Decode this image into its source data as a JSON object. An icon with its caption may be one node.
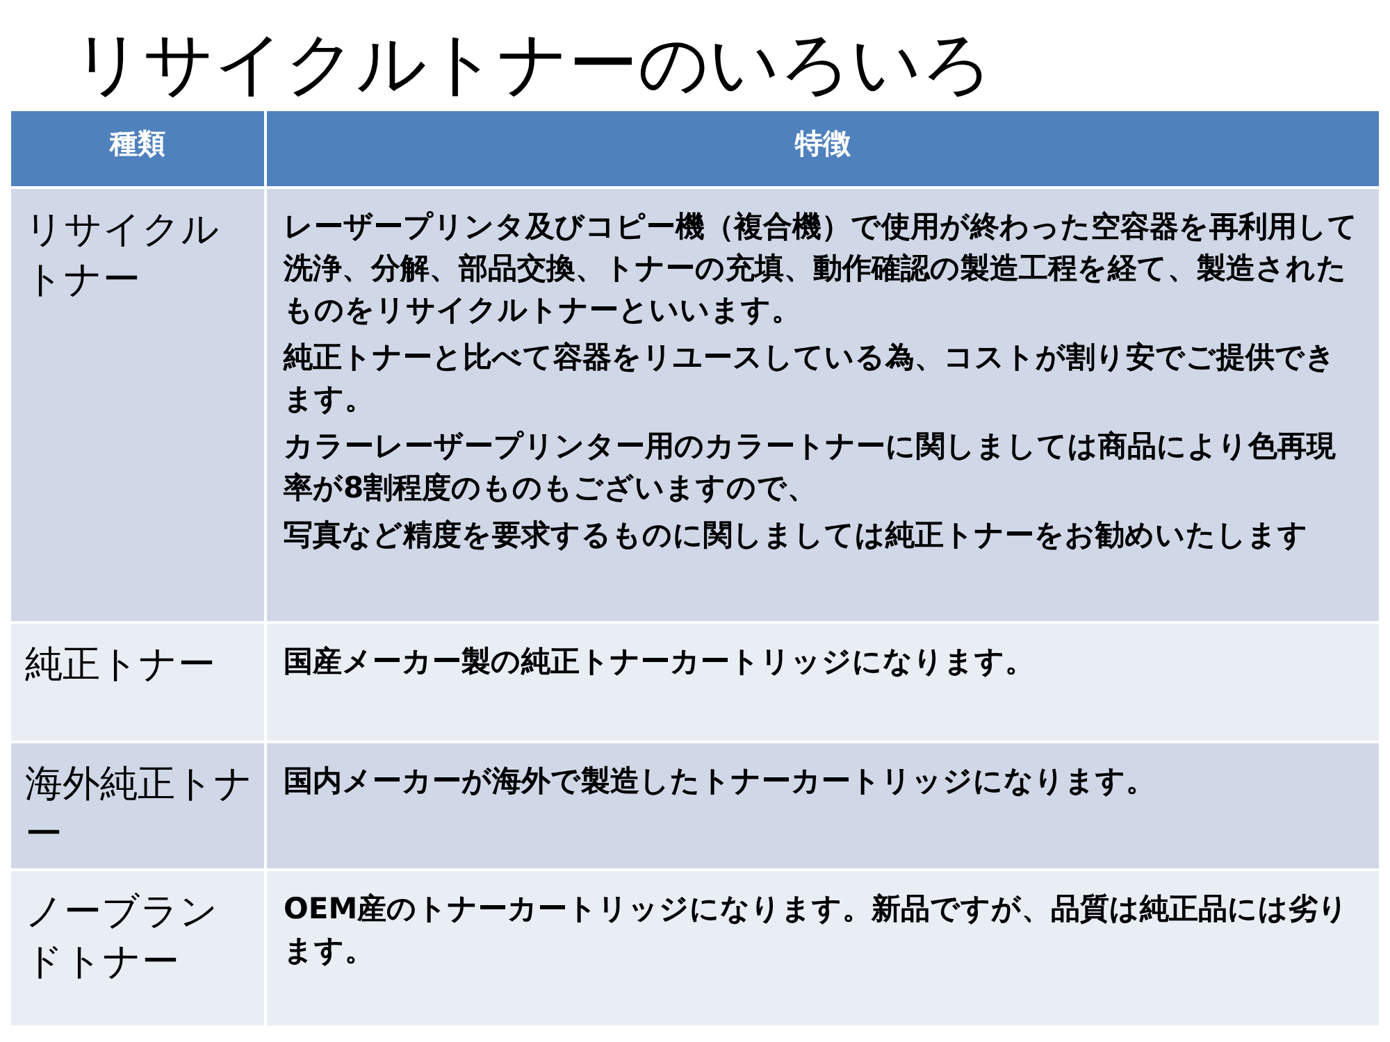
{
  "diagram": {
    "title": "リサイクルトナーのいろいろ",
    "labels": [
      "種類",
      "特徴",
      "リサイクルトナー",
      "レーザープリンタ及びコピー機（複合機）で使用が終わった空容器を再利用して洗浄、分解、部品交換、トナーの充填、動作確認の製造工程を経て、製造されたものをリサイクルトナーといいます。",
      "純正トナーと比べて容器をリユースしている為、コストが割り安でご提供できます。",
      "カラーレーザープリンター用のカラートナーに関しましては商品により色再現率が8割程度のものもございますので、",
      "写真など精度を要求するものに関しましては純正トナーをお勧めいたします",
      "純正トナー",
      "国産メーカー製の純正トナーカートリッジになります。",
      "海外純正トナー",
      "国内メーカーが海外で製造したトナーカートリッジになります。",
      "ノーブランドトナー",
      "OEM産のトナーカートリッジになります。新品ですが、品質は純正品には劣ります。"
    ]
  }
}
